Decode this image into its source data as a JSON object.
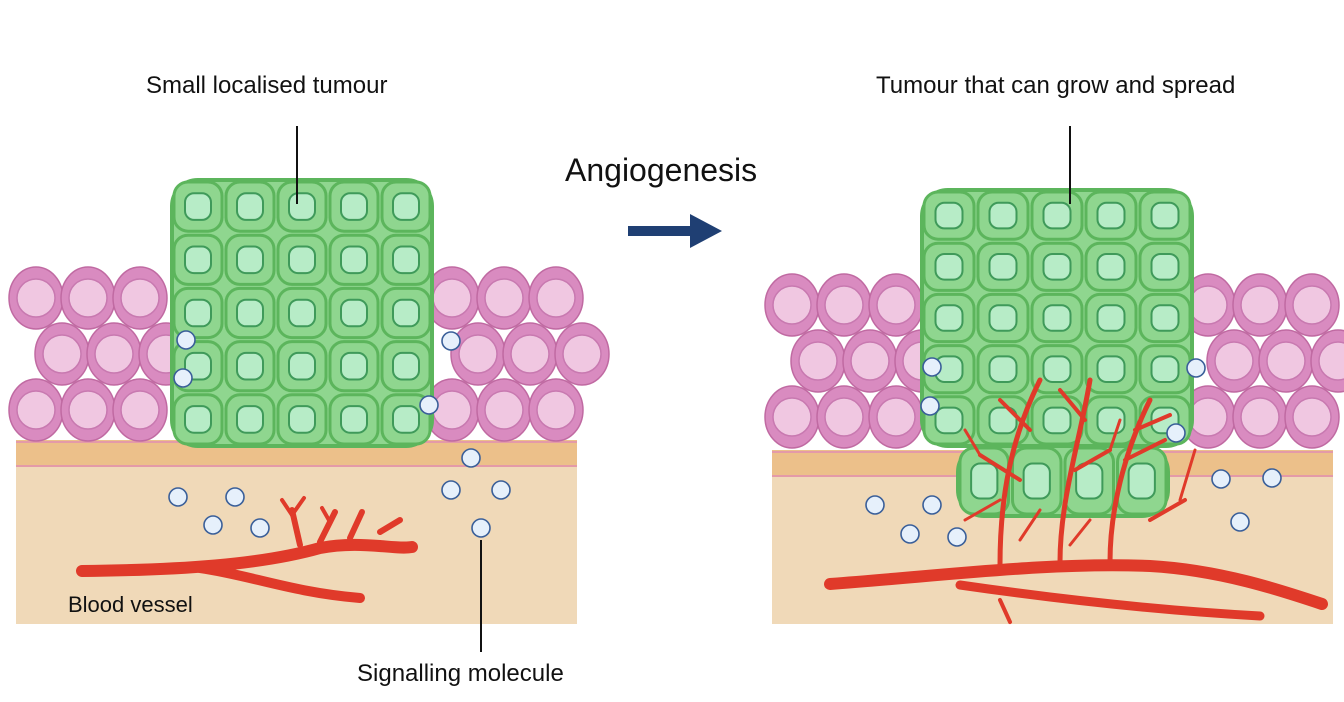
{
  "labels": {
    "left_title": "Small localised tumour",
    "right_title": "Tumour that can grow and spread",
    "process": "Angiogenesis",
    "blood_vessel": "Blood vessel",
    "signalling_molecule": "Signalling molecule"
  },
  "colors": {
    "tumour_fill": "#8fd68f",
    "tumour_cell": "#5cb55c",
    "tumour_nucleus": "#b7ecc7",
    "normal_cell": "#d98bc0",
    "normal_cell_inner": "#f0c7e1",
    "tissue": "#f0d9b8",
    "membrane": "#e8b77a",
    "vessel": "#e03a2a",
    "arrow": "#1f3f73",
    "molecule_fill": "#e6f0fb",
    "molecule_stroke": "#3a5f99"
  },
  "icons": {
    "arrow": "right-arrow-icon",
    "molecule": "signalling-molecule-icon"
  }
}
